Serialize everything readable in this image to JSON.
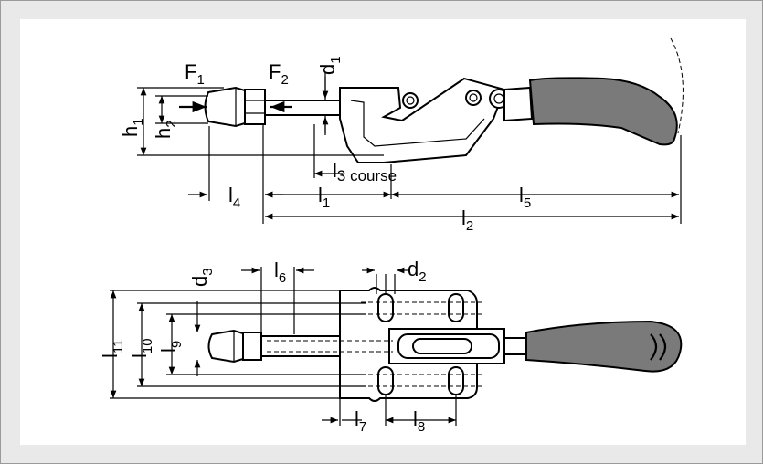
{
  "labels": {
    "F1": {
      "main": "F",
      "sub": "1"
    },
    "F2": {
      "main": "F",
      "sub": "2"
    },
    "d1": {
      "main": "d",
      "sub": "1"
    },
    "d2": {
      "main": "d",
      "sub": "2"
    },
    "d3": {
      "main": "d",
      "sub": "3"
    },
    "h1": {
      "main": "h",
      "sub": "1"
    },
    "h2": {
      "main": "h",
      "sub": "2"
    },
    "l1": {
      "main": "l",
      "sub": "1"
    },
    "l2": {
      "main": "l",
      "sub": "2"
    },
    "l3": {
      "main": "l",
      "sub": "3 course"
    },
    "l4": {
      "main": "l",
      "sub": "4"
    },
    "l5": {
      "main": "l",
      "sub": "5"
    },
    "l6": {
      "main": "l",
      "sub": "6"
    },
    "l7": {
      "main": "l",
      "sub": "7"
    },
    "l8": {
      "main": "l",
      "sub": "8"
    },
    "l9": {
      "main": "l",
      "sub": "9"
    },
    "l10": {
      "main": "l",
      "sub": "10"
    },
    "l11": {
      "main": "l",
      "sub": "11"
    }
  }
}
